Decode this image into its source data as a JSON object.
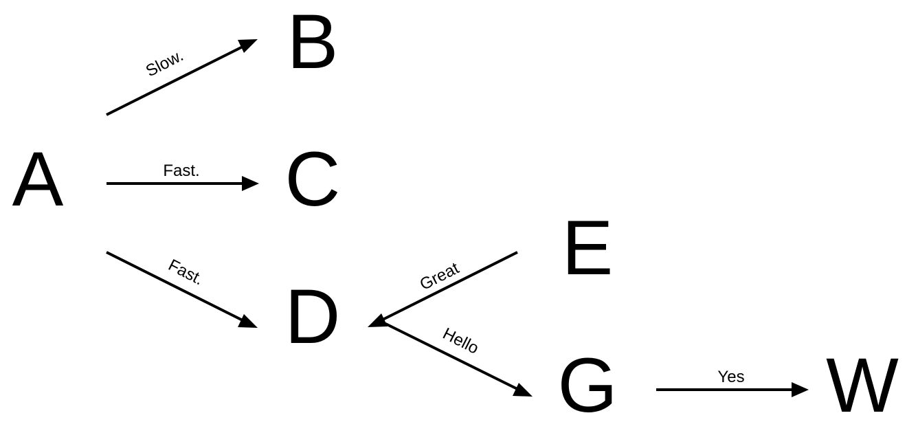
{
  "colors": {
    "background": "#ffffff",
    "ink": "#000000"
  },
  "diagram": {
    "nodes": [
      {
        "id": "A",
        "label": "A"
      },
      {
        "id": "B",
        "label": "B"
      },
      {
        "id": "C",
        "label": "C"
      },
      {
        "id": "D",
        "label": "D"
      },
      {
        "id": "E",
        "label": "E"
      },
      {
        "id": "G",
        "label": "G"
      },
      {
        "id": "W",
        "label": "W"
      }
    ],
    "edges": [
      {
        "from": "A",
        "to": "B",
        "label": "Slow."
      },
      {
        "from": "A",
        "to": "C",
        "label": "Fast."
      },
      {
        "from": "A",
        "to": "D",
        "label": "Fast."
      },
      {
        "from": "E",
        "to": "D",
        "label": "Great"
      },
      {
        "from": "D",
        "to": "G",
        "label": "Hello"
      },
      {
        "from": "G",
        "to": "W",
        "label": "Yes"
      }
    ]
  }
}
